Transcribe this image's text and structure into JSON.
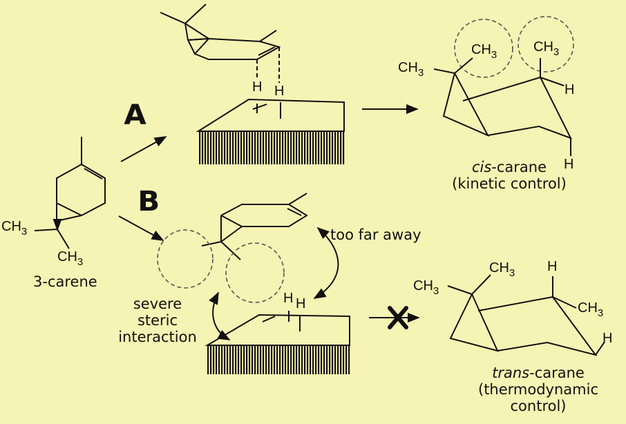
{
  "path_a_label": "A",
  "path_b_label": "B",
  "reactant": {
    "name": "3-carene",
    "methyl_1": "CH",
    "methyl_2": "CH",
    "sub": "3"
  },
  "cis_product": {
    "prefix": "cis",
    "suffix": "-carane",
    "note": "(kinetic control)",
    "methyl_1": "CH",
    "methyl_2": "CH",
    "methyl_3": "CH",
    "sub": "3",
    "h_1": "H",
    "h_2": "H"
  },
  "trans_product": {
    "prefix": "trans",
    "suffix": "-carane",
    "note_1": "(thermodynamic",
    "note_2": "control)",
    "methyl_1": "CH",
    "methyl_2": "CH",
    "methyl_3": "CH",
    "sub": "3",
    "h_1": "H",
    "h_2": "H"
  },
  "surface_a": {
    "h_1": "H",
    "h_2": "H"
  },
  "surface_b": {
    "h_1": "H",
    "h_2": "H"
  },
  "annotations": {
    "too_far": "too far away",
    "steric_1": "severe",
    "steric_2": "steric",
    "steric_3": "interaction"
  },
  "colors": {
    "background": "#f6f4b4",
    "ink": "#111111",
    "dashed_circle": "#555555"
  },
  "icons": [
    "arrow-right-icon",
    "cross-icon",
    "double-headed-curved-arrow-icon"
  ]
}
